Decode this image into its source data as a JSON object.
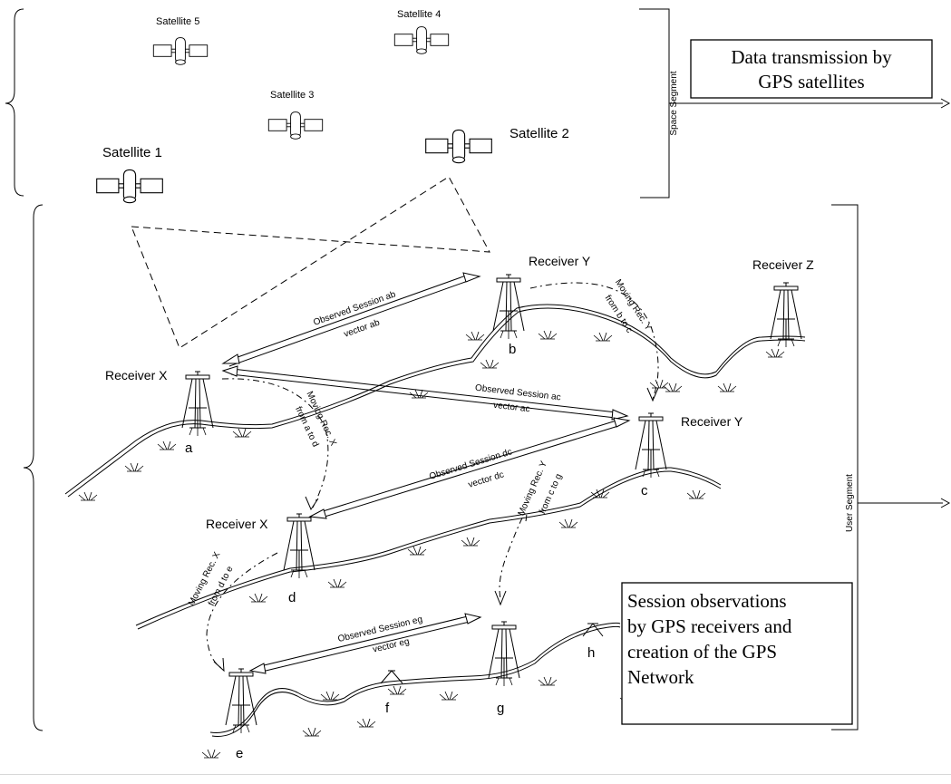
{
  "satellites": [
    {
      "label": "Satellite 5"
    },
    {
      "label": "Satellite 4"
    },
    {
      "label": "Satellite 3"
    },
    {
      "label": "Satellite 2"
    },
    {
      "label": "Satellite 1"
    }
  ],
  "segments": {
    "space": "Space Segment",
    "user": "User Segment"
  },
  "boxes": {
    "space_line1": "Data transmission by",
    "space_line2": "GPS satellites",
    "user_line1": "Session observations",
    "user_line2": "by GPS receivers and",
    "user_line3": "creation of the GPS",
    "user_line4": "Network"
  },
  "receivers": {
    "x_top": "Receiver X",
    "y_top": "Receiver Y",
    "z": "Receiver Z",
    "y_mid": "Receiver Y",
    "x_mid": "Receiver X"
  },
  "points": {
    "a": "a",
    "b": "b",
    "c": "c",
    "d": "d",
    "e": "e",
    "f": "f",
    "g": "g",
    "h": "h"
  },
  "sessions": {
    "ab_title": "Observed Session ab",
    "ab_vector": "vector ab",
    "ac_title": "Observed Session ac",
    "ac_vector": "vector ac",
    "dc_title": "Observed Session dc",
    "dc_vector": "vector dc",
    "eg_title": "Observed Session eg",
    "eg_vector": "vector eg"
  },
  "moves": {
    "b_to_c_1": "Moving Rec. Y",
    "b_to_c_2": "from b to c",
    "a_to_d_1": "Moving Rec. X",
    "a_to_d_2": "from a to d",
    "c_to_g_1": "Moving Rec. Y",
    "c_to_g_2": "from c to g",
    "d_to_e_1": "Moving Rec. X",
    "d_to_e_2": "from d to e"
  }
}
